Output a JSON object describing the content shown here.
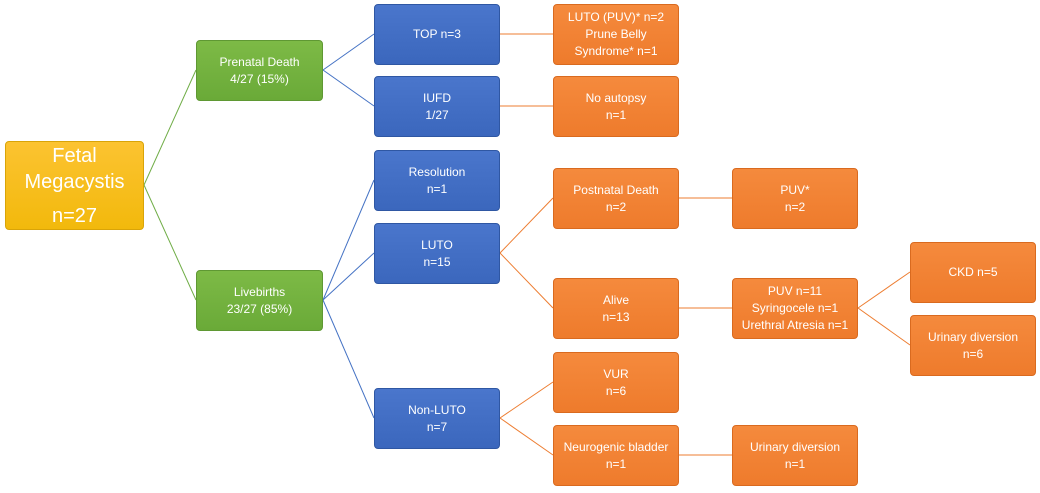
{
  "nodes": {
    "root": {
      "line1": "Fetal",
      "line2": "Megacystis",
      "line3": "n=27"
    },
    "prenatal": {
      "line1": "Prenatal Death",
      "line2": "4/27 (15%)"
    },
    "livebirths": {
      "line1": "Livebirths",
      "line2": "23/27 (85%)"
    },
    "top": {
      "line1": "TOP n=3"
    },
    "iufd": {
      "line1": "IUFD",
      "line2": "1/27"
    },
    "resolution": {
      "line1": "Resolution",
      "line2": "n=1"
    },
    "luto": {
      "line1": "LUTO",
      "line2": "n=15"
    },
    "nonluto": {
      "line1": "Non-LUTO",
      "line2": "n=7"
    },
    "luto_puv": {
      "line1": "LUTO (PUV)* n=2",
      "line2": "Prune Belly",
      "line3": "Syndrome* n=1"
    },
    "no_autopsy": {
      "line1": "No autopsy",
      "line2": "n=1"
    },
    "postnatal_death": {
      "line1": "Postnatal Death",
      "line2": "n=2"
    },
    "alive": {
      "line1": "Alive",
      "line2": "n=13"
    },
    "vur": {
      "line1": "VUR",
      "line2": "n=6"
    },
    "neurogenic": {
      "line1": "Neurogenic bladder",
      "line2": "n=1"
    },
    "puv_star": {
      "line1": "PUV*",
      "line2": "n=2"
    },
    "puv_group": {
      "line1": "PUV  n=11",
      "line2": "Syringocele n=1",
      "line3": "Urethral Atresia n=1"
    },
    "urinary_div_1": {
      "line1": "Urinary diversion",
      "line2": "n=1"
    },
    "ckd": {
      "line1": "CKD n=5"
    },
    "urinary_div_6": {
      "line1": "Urinary diversion",
      "line2": "n=6"
    }
  },
  "colors": {
    "yellow": "#f2b90c",
    "green": "#70ad47",
    "blue": "#4472c4",
    "orange": "#ed7d31"
  }
}
